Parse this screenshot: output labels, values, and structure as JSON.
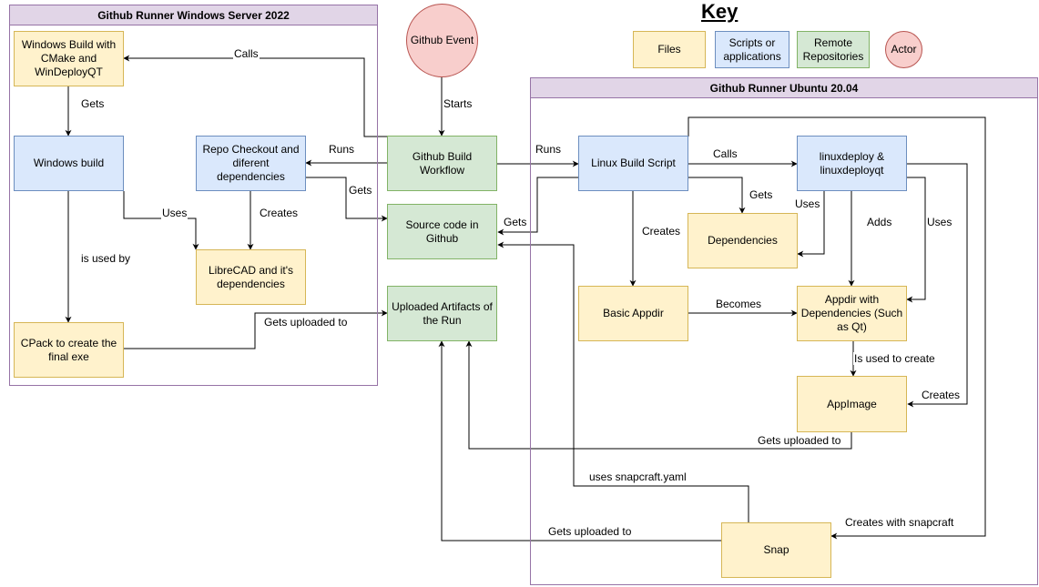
{
  "containers": {
    "windows": "Github Runner Windows Server 2022",
    "ubuntu": "Github Runner Ubuntu 20.04"
  },
  "key": {
    "title": "Key",
    "files": "Files",
    "scripts": "Scripts or applications",
    "repos": "Remote Repositories",
    "actor": "Actor"
  },
  "nodes": {
    "github_event": "Github Event",
    "build_workflow": "Github Build Workflow",
    "source_code": "Source code in Github",
    "artifacts": "Uploaded Artifacts of the Run",
    "win_build_cmake": "Windows Build with CMake and WinDeployQT",
    "windows_build": "Windows build",
    "repo_checkout": "Repo Checkout and diferent dependencies",
    "librecad_deps": "LibreCAD and it's dependencies",
    "cpack": "CPack to create the final exe",
    "linux_script": "Linux Build Script",
    "linuxdeploy": "linuxdeploy & linuxdeployqt",
    "dependencies": "Dependencies",
    "basic_appdir": "Basic Appdir",
    "appdir_deps": "Appdir with Dependencies (Such as Qt)",
    "appimage": "AppImage",
    "snap": "Snap"
  },
  "edges": {
    "calls_win": "Calls",
    "gets_win": "Gets",
    "is_used_by": "is used by",
    "uses_win": "Uses",
    "creates_win": "Creates",
    "runs_left": "Runs",
    "gets_source": "Gets",
    "gets_uploaded_win": "Gets uploaded to",
    "starts": "Starts",
    "runs_right": "Runs",
    "gets_linux": "Gets",
    "calls_linux": "Calls",
    "gets_dep": "Gets",
    "uses_deploy": "Uses",
    "adds": "Adds",
    "uses_right": "Uses",
    "creates_linux": "Creates",
    "becomes": "Becomes",
    "is_used_to_create": "Is used to create",
    "creates_appimage": "Creates",
    "gets_uploaded_appimage": "Gets uploaded to",
    "uses_snapcraft": "uses snapcraft.yaml",
    "creates_with_snapcraft": "Creates with snapcraft",
    "gets_uploaded_snap": "Gets uploaded to"
  }
}
